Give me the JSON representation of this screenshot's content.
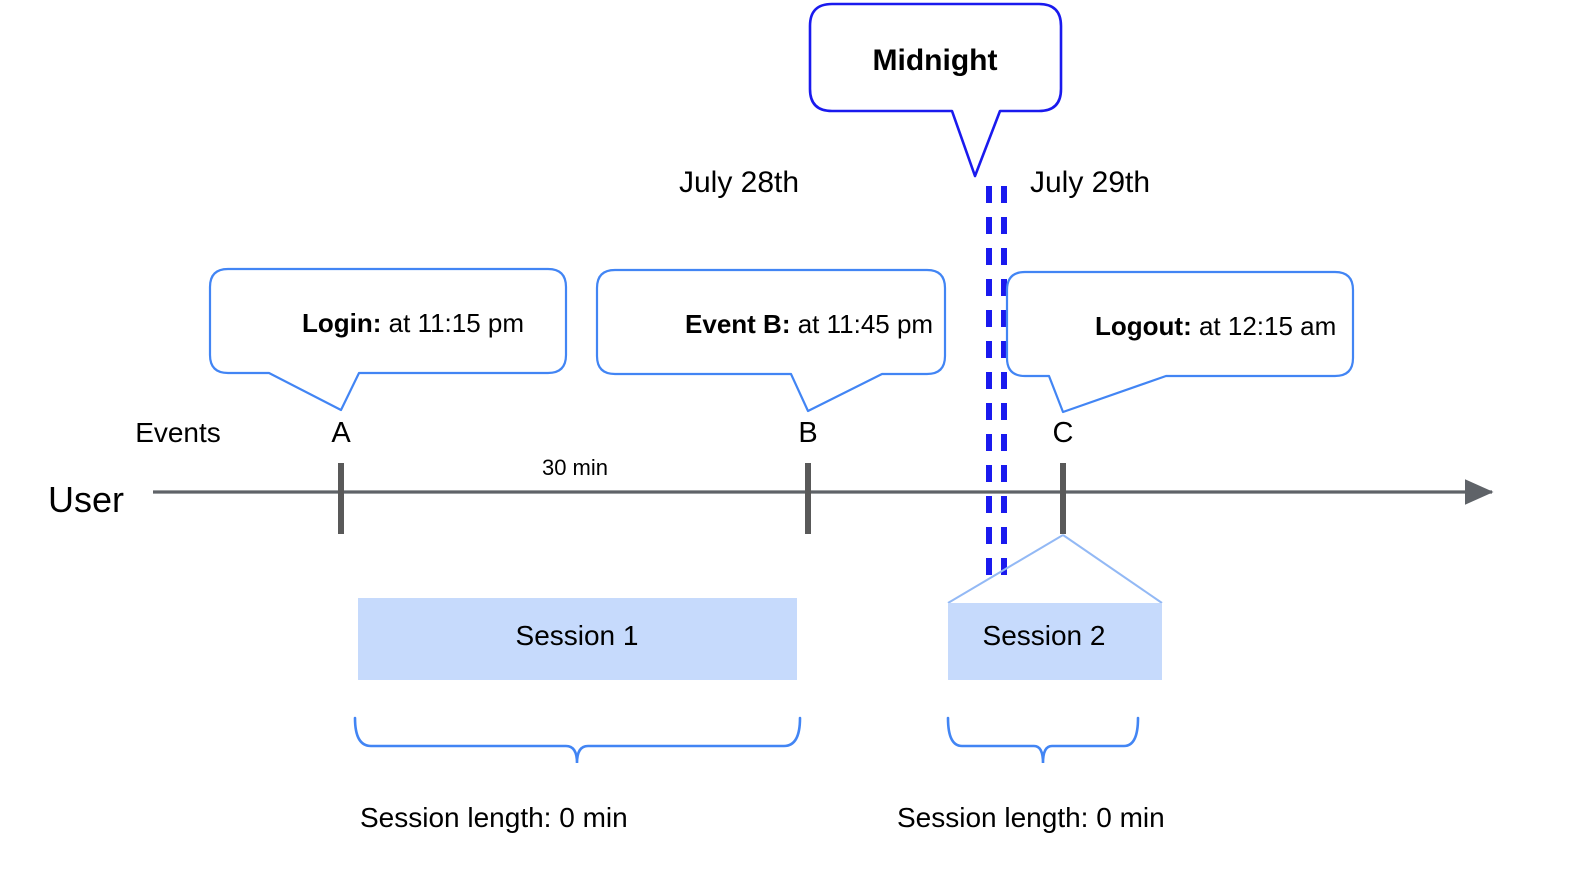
{
  "diagram": {
    "title": "User session timeline across midnight",
    "colors": {
      "midnight_blue": "#1a1aee",
      "callout_blue": "#4285f4",
      "session_fill": "#c6dafc",
      "axis_gray": "#5f6368",
      "tick_gray": "#595959",
      "text_black": "#000000",
      "leader_light_blue": "#93b9f5"
    },
    "midnight_callout": {
      "label": "Midnight",
      "icon": "speech-bubble-icon"
    },
    "dates": [
      {
        "id": "date-left",
        "label": "July 28th"
      },
      {
        "id": "date-right",
        "label": "July 29th"
      }
    ],
    "event_callouts": [
      {
        "id": "login",
        "bold": "Login:",
        "rest": " at 11:15 pm"
      },
      {
        "id": "event-b",
        "bold": "Event B:",
        "rest": " at 11:45 pm"
      },
      {
        "id": "logout",
        "bold": "Logout:",
        "rest": " at 12:15 am"
      }
    ],
    "axis": {
      "row_label_events": "Events",
      "row_label_user": "User",
      "arrow_icon": "arrow-right-icon"
    },
    "event_nodes": [
      {
        "id": "node-a",
        "label": "A"
      },
      {
        "id": "node-b",
        "label": "B"
      },
      {
        "id": "node-c",
        "label": "C"
      }
    ],
    "gap_label": "30 min",
    "sessions": [
      {
        "id": "session-1",
        "label": "Session 1",
        "length_label": "Session length: 0 min"
      },
      {
        "id": "session-2",
        "label": "Session 2",
        "length_label": "Session length: 0 min"
      }
    ]
  }
}
